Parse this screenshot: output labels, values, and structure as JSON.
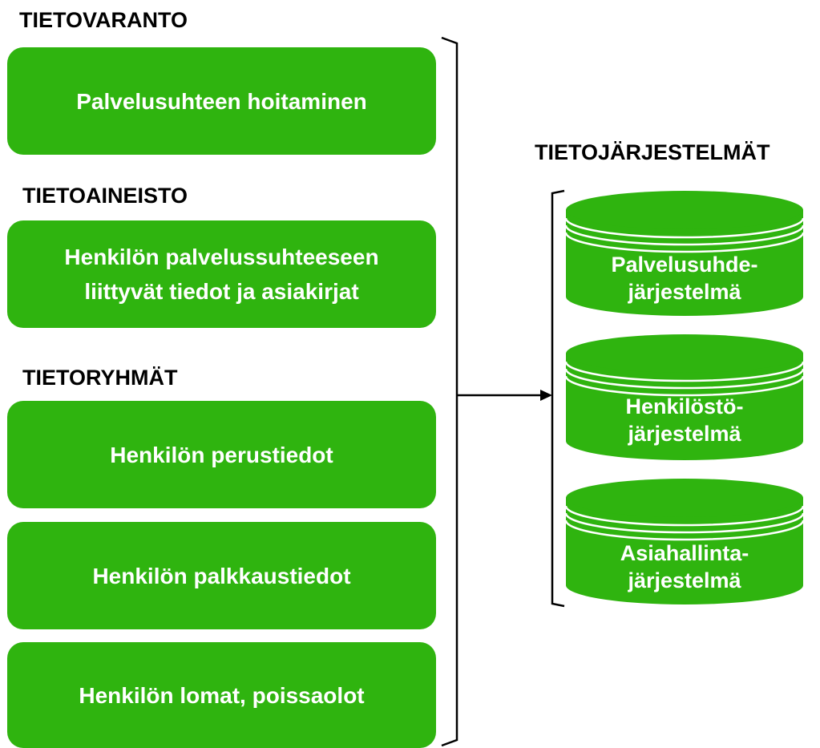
{
  "colors": {
    "box_fill": "#2fb40f",
    "text_on_box": "#ffffff",
    "heading": "#000000",
    "line": "#000000"
  },
  "left": {
    "tietovaranto": {
      "heading": "TIETOVARANTO",
      "box": "Palvelusuhteen hoitaminen"
    },
    "tietoaineisto": {
      "heading": "TIETOAINEISTO",
      "box_line1": "Henkilön palvelussuhteeseen",
      "box_line2": "liittyvät tiedot ja asiakirjat"
    },
    "tietoryhmat": {
      "heading": "TIETORYHMÄT",
      "boxes": [
        "Henkilön perustiedot",
        "Henkilön palkkaustiedot",
        "Henkilön lomat, poissaolot"
      ]
    }
  },
  "right": {
    "heading": "TIETOJÄRJESTELMÄT",
    "systems": [
      {
        "line1": "Palvelusuhde-",
        "line2": "järjestelmä"
      },
      {
        "line1": "Henkilöstö-",
        "line2": "järjestelmä"
      },
      {
        "line1": "Asiahallinta-",
        "line2": "järjestelmä"
      }
    ]
  }
}
